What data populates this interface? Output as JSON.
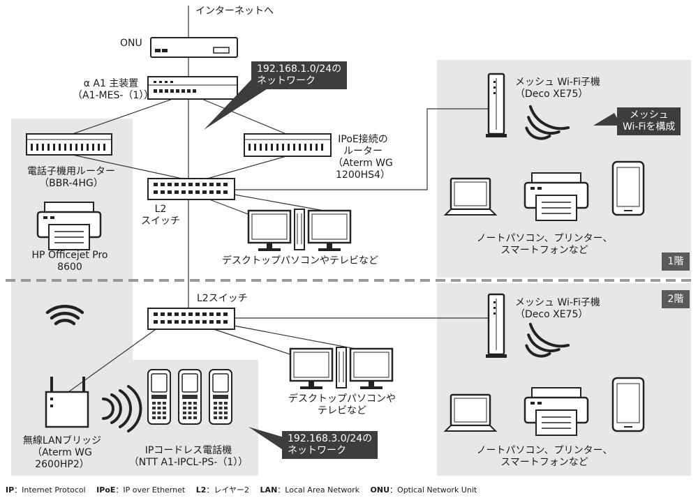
{
  "internet": "インターネットへ",
  "onu": "ONU",
  "alpha1": {
    "line1": "α A1 主装置",
    "line2": "（A1-MES-（1））"
  },
  "callout_net1": {
    "line1": "192.168.1.0/24の",
    "line2": "ネットワーク"
  },
  "callout_net3": {
    "line1": "192.168.3.0/24の",
    "line2": "ネットワーク"
  },
  "callout_mesh": {
    "line1": "メッシュ",
    "line2": "Wi-Fiを構成"
  },
  "phone_router": {
    "line1": "電話子機用ルーター",
    "line2": "（BBR-4HG）"
  },
  "ipoe_router": {
    "line1": "IPoE接続の",
    "line2": "ルーター",
    "line3": "（Aterm WG",
    "line4": "1200HS4）"
  },
  "l2_switch_1f": {
    "line1": "L2",
    "line2": "スイッチ"
  },
  "l2_switch_2f": "L2スイッチ",
  "printer_hp": {
    "line1": "HP Officejet Pro",
    "line2": "8600"
  },
  "desktop_1f": "デスクトップパソコンやテレビなど",
  "desktop_2f": {
    "line1": "デスクトップパソコンや",
    "line2": "テレビなど"
  },
  "mesh_1f": {
    "line1": "メッシュ Wi-Fi子機",
    "line2": "（Deco XE75）"
  },
  "mesh_2f": {
    "line1": "メッシュ Wi-Fi子機",
    "line2": "（Deco XE75）"
  },
  "clients_1f": {
    "line1": "ノートパソコン、プリンター、",
    "line2": "スマートフォンなど"
  },
  "clients_2f": {
    "line1": "ノートパソコン、プリンター、",
    "line2": "スマートフォンなど"
  },
  "wireless_bridge": {
    "line1": "無線LANブリッジ",
    "line2": "（Aterm WG",
    "line3": "2600HP2）"
  },
  "ip_phone": {
    "line1": "IPコードレス電話機",
    "line2": "（NTT A1-IPCL-PS-（1））"
  },
  "floor_1": "1階",
  "floor_2": "2階",
  "legend": [
    {
      "abbr": "IP",
      "desc": "Internet Protocol"
    },
    {
      "abbr": "IPoE",
      "desc": "IP over Ethernet"
    },
    {
      "abbr": "L2",
      "desc": "レイヤー2"
    },
    {
      "abbr": "LAN",
      "desc": "Local Area Network"
    },
    {
      "abbr": "ONU",
      "desc": "Optical Network Unit"
    }
  ],
  "colors": {
    "panel": "#e7e7e7",
    "callout": "#3d3d3d",
    "floor_tag": "#5a5a5a",
    "divider": "#9a9a9a",
    "line": "#333333"
  }
}
